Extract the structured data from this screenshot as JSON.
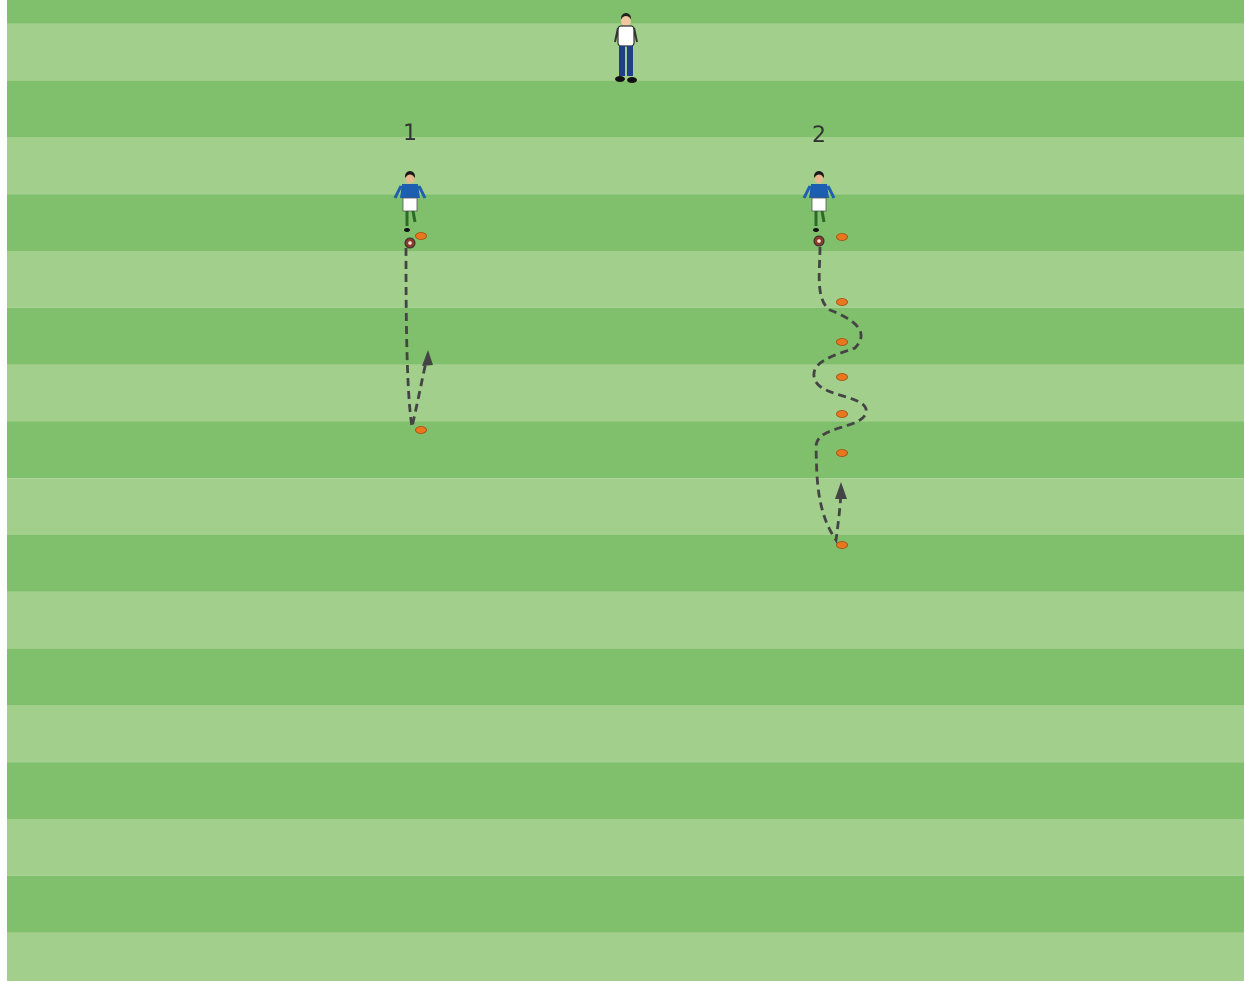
{
  "pitch": {
    "stripe_light": "#a3cf8d",
    "stripe_dark": "#80bf6b"
  },
  "colors": {
    "cone": "#e8781f",
    "path": "#444444",
    "jersey": "#1c5fb0",
    "shorts": "#ffffff",
    "coach_shirt": "#ffffff",
    "coach_trousers": "#1f3f86"
  },
  "stations": [
    {
      "label": "1",
      "icon": "player-icon",
      "path_style": "dashed-out-and-back"
    },
    {
      "label": "2",
      "icon": "player-icon",
      "path_style": "dashed-slalom-and-back"
    }
  ],
  "coach": {
    "icon": "coach-icon"
  },
  "cone_icon": "cone-icon",
  "ball_icon": "ball-icon"
}
